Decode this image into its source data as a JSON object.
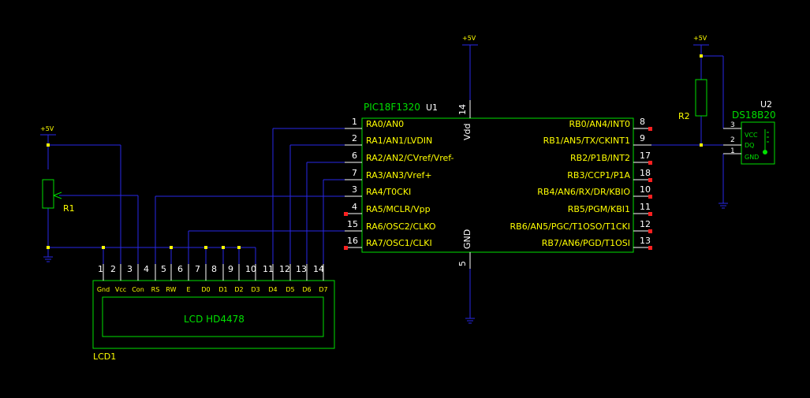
{
  "power": {
    "vcc_label": "+5V"
  },
  "mcu": {
    "part": "PIC18F1320",
    "ref": "U1",
    "vdd_label": "Vdd",
    "gnd_label": "GND",
    "vdd_pin": "14",
    "gnd_pin": "5",
    "left_pins": [
      {
        "num": "1",
        "name": "RA0/AN0"
      },
      {
        "num": "2",
        "name": "RA1/AN1/LVDIN"
      },
      {
        "num": "6",
        "name": "RA2/AN2/CVref/Vref-"
      },
      {
        "num": "7",
        "name": "RA3/AN3/Vref+"
      },
      {
        "num": "3",
        "name": "RA4/T0CKI"
      },
      {
        "num": "4",
        "name": "RA5/MCLR/Vpp"
      },
      {
        "num": "15",
        "name": "RA6/OSC2/CLKO"
      },
      {
        "num": "16",
        "name": "RA7/OSC1/CLKI"
      }
    ],
    "right_pins": [
      {
        "num": "8",
        "name": "RB0/AN4/INT0"
      },
      {
        "num": "9",
        "name": "RB1/AN5/TX/CKINT1"
      },
      {
        "num": "17",
        "name": "RB2/P1B/INT2"
      },
      {
        "num": "18",
        "name": "RB3/CCP1/P1A"
      },
      {
        "num": "10",
        "name": "RB4/AN6/RX/DR/KBIO"
      },
      {
        "num": "11",
        "name": "RB5/PGM/KBI1"
      },
      {
        "num": "12",
        "name": "RB6/AN5/PGC/T1OSO/T1CKI"
      },
      {
        "num": "13",
        "name": "RB7/AN6/PGD/T1OSI"
      }
    ]
  },
  "sensor": {
    "ref": "U2",
    "part": "DS18B20",
    "pins": [
      {
        "num": "3",
        "name": "VCC"
      },
      {
        "num": "2",
        "name": "DQ"
      },
      {
        "num": "1",
        "name": "GND"
      }
    ]
  },
  "resistors": [
    {
      "ref": "R1"
    },
    {
      "ref": "R2"
    }
  ],
  "lcd": {
    "ref": "LCD1",
    "part": "LCD   HD4478",
    "pins": [
      {
        "num": "1",
        "name": "Gnd"
      },
      {
        "num": "2",
        "name": "Vcc"
      },
      {
        "num": "3",
        "name": "Con"
      },
      {
        "num": "4",
        "name": "RS"
      },
      {
        "num": "5",
        "name": "RW"
      },
      {
        "num": "6",
        "name": "E"
      },
      {
        "num": "7",
        "name": "D0"
      },
      {
        "num": "8",
        "name": "D1"
      },
      {
        "num": "9",
        "name": "D2"
      },
      {
        "num": "10",
        "name": "D3"
      },
      {
        "num": "11",
        "name": "D4"
      },
      {
        "num": "12",
        "name": "D5"
      },
      {
        "num": "13",
        "name": "D6"
      },
      {
        "num": "14",
        "name": "D7"
      }
    ]
  },
  "colors": {
    "wire": "#2828e8",
    "part": "#00e000",
    "label": "#ffff00",
    "text": "#ffffff",
    "nc": "#ff2020"
  }
}
